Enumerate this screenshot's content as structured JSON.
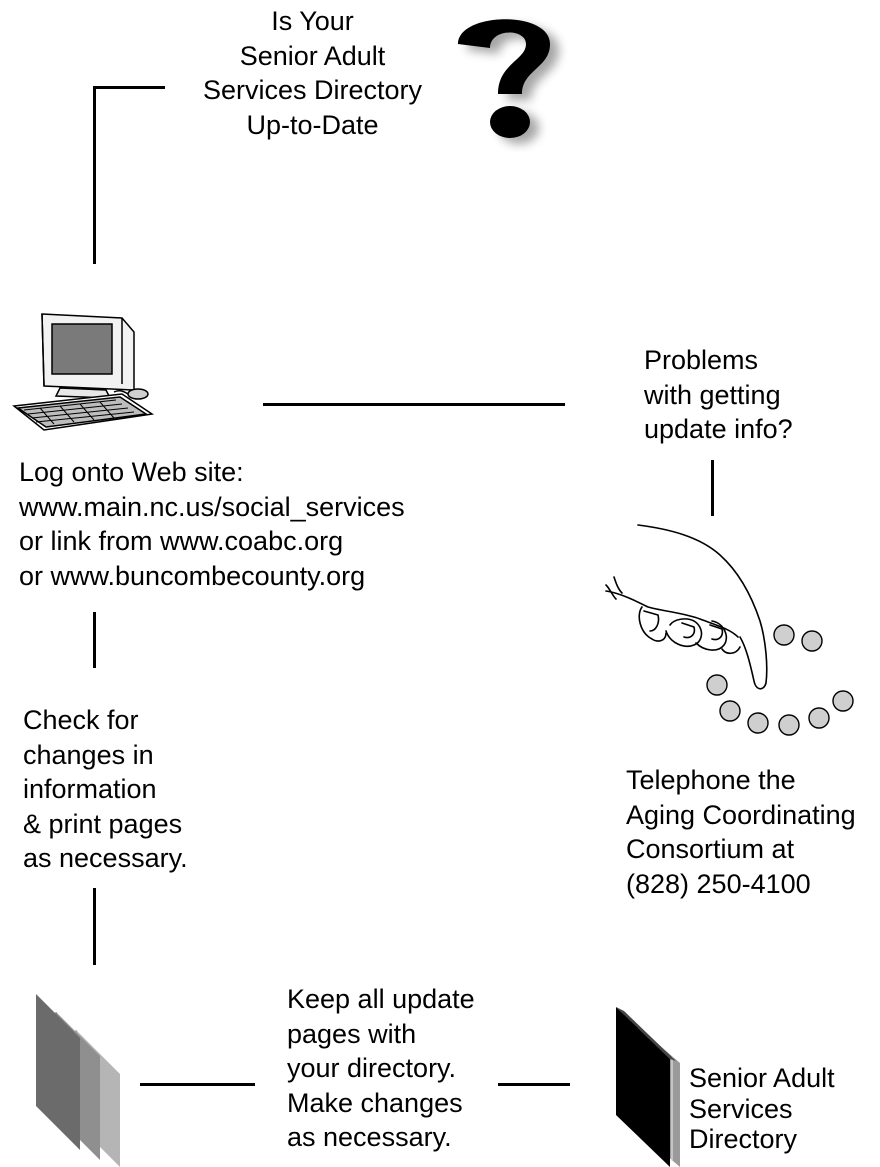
{
  "title": {
    "lines": [
      "Is Your",
      "Senior Adult",
      "Services Directory",
      "Up-to-Date"
    ]
  },
  "step_web": {
    "lines": [
      "Log onto Web site:",
      "www.main.nc.us/social_services",
      "or link from www.coabc.org",
      "or www.buncombecounty.org"
    ]
  },
  "step_check": {
    "lines": [
      "Check for",
      "changes in",
      "information",
      "& print pages",
      "as necessary."
    ]
  },
  "step_keep": {
    "lines": [
      "Keep all update",
      "pages with",
      "your directory.",
      "Make changes",
      "as necessary."
    ]
  },
  "problems": {
    "lines": [
      "Problems",
      "with getting",
      "update info?"
    ]
  },
  "telephone": {
    "lines": [
      "Telephone the",
      "Aging Coordinating",
      "Consortium at",
      "(828) 250-4100"
    ]
  },
  "directory_book": {
    "lines": [
      "Senior Adult",
      "Services",
      "Directory"
    ]
  },
  "icons": [
    "question-mark-icon",
    "computer-icon",
    "hand-dialing-phone-icon",
    "pages-stack-icon",
    "directory-book-icon"
  ]
}
